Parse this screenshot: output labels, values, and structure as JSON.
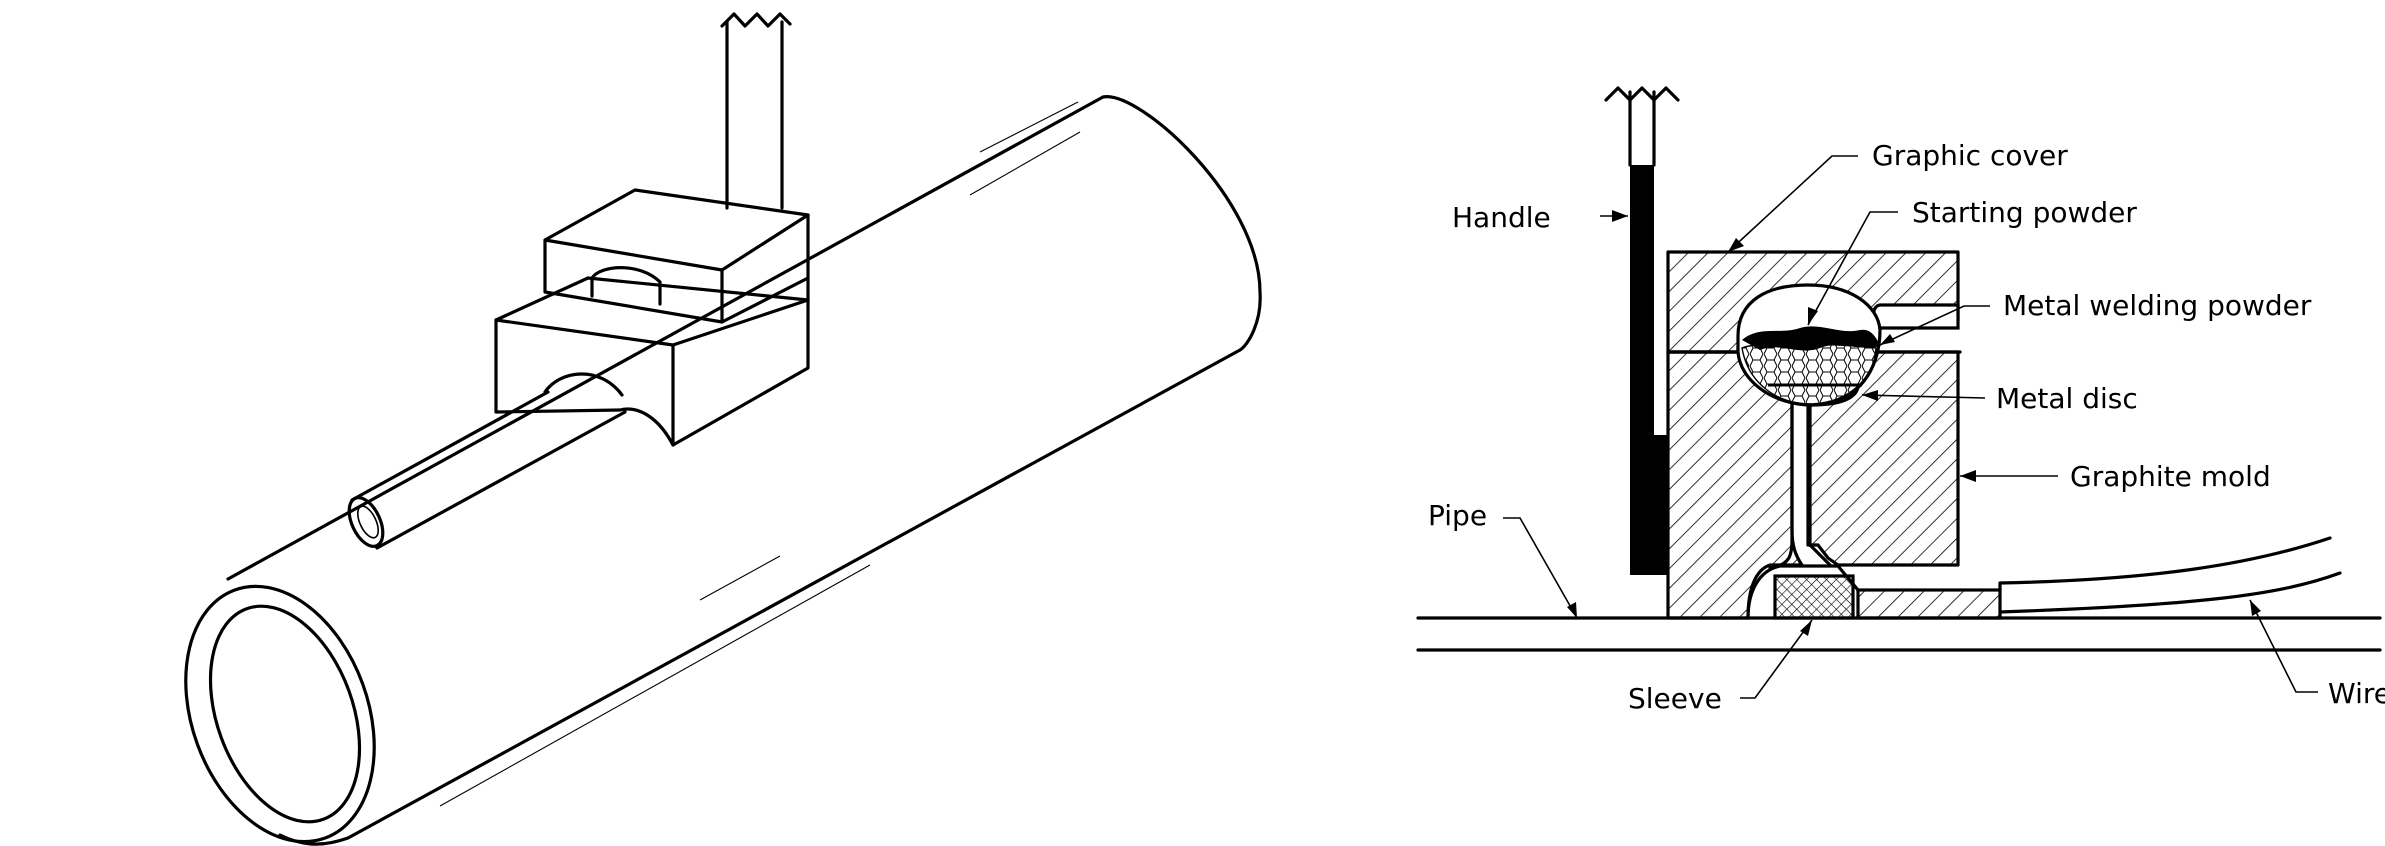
{
  "labels": {
    "handle": "Handle",
    "graphic_cover": "Graphic cover",
    "starting_powder": "Starting powder",
    "metal_welding_powder": "Metal welding powder",
    "metal_disc": "Metal disc",
    "graphite_mold": "Graphite mold",
    "pipe": "Pipe",
    "sleeve": "Sleeve",
    "wire": "Wire"
  }
}
